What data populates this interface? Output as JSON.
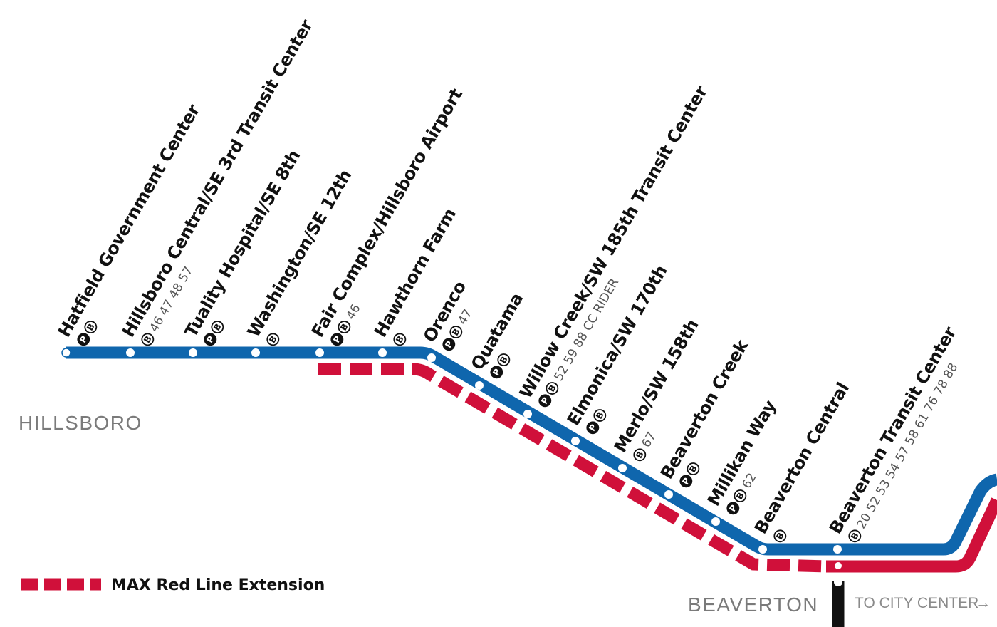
{
  "colors": {
    "blue_line": "#0f66ad",
    "red_line": "#d0103a",
    "connector": "#111111",
    "station_dot": "#ffffff"
  },
  "icons": {
    "park_and_ride": "P",
    "bike_parking": "B"
  },
  "stations": [
    {
      "id": "hatfield",
      "name": "Hatfield Government Center",
      "park": true,
      "bike": true,
      "routes": "",
      "terminus": true
    },
    {
      "id": "hillsboro-central",
      "name": "Hillsboro Central/SE 3rd Transit Center",
      "park": false,
      "bike": true,
      "routes": "46 47 48 57"
    },
    {
      "id": "tuality",
      "name": "Tuality Hospital/SE 8th",
      "park": true,
      "bike": true,
      "routes": ""
    },
    {
      "id": "washington",
      "name": "Washington/SE 12th",
      "park": false,
      "bike": true,
      "routes": ""
    },
    {
      "id": "fair-complex",
      "name": "Fair Complex/Hillsboro Airport",
      "park": true,
      "bike": true,
      "routes": "46"
    },
    {
      "id": "hawthorn-farm",
      "name": "Hawthorn Farm",
      "park": false,
      "bike": true,
      "routes": ""
    },
    {
      "id": "orenco",
      "name": "Orenco",
      "park": true,
      "bike": true,
      "routes": "47"
    },
    {
      "id": "quatama",
      "name": "Quatama",
      "park": true,
      "bike": true,
      "routes": ""
    },
    {
      "id": "willow-creek",
      "name": "Willow Creek/SW 185th Transit Center",
      "park": true,
      "bike": true,
      "routes": "52 59 88 CC RIDER"
    },
    {
      "id": "elmonica",
      "name": "Elmonica/SW 170th",
      "park": true,
      "bike": true,
      "routes": ""
    },
    {
      "id": "merlo",
      "name": "Merlo/SW 158th",
      "park": false,
      "bike": true,
      "routes": "67"
    },
    {
      "id": "beaverton-creek",
      "name": "Beaverton Creek",
      "park": true,
      "bike": true,
      "routes": ""
    },
    {
      "id": "millikan-way",
      "name": "Millikan Way",
      "park": true,
      "bike": true,
      "routes": "62"
    },
    {
      "id": "beaverton-central",
      "name": "Beaverton Central",
      "park": false,
      "bike": true,
      "routes": ""
    },
    {
      "id": "beaverton-tc",
      "name": "Beaverton Transit Center",
      "park": false,
      "bike": true,
      "routes": "20 52 53 54 57 58 61 76 78 88"
    }
  ],
  "cities": {
    "hillsboro": "HILLSBORO",
    "beaverton": "BEAVERTON"
  },
  "direction_label": "TO CITY CENTER",
  "direction_arrow": "→",
  "legend": {
    "red_extension": "MAX Red Line Extension"
  }
}
